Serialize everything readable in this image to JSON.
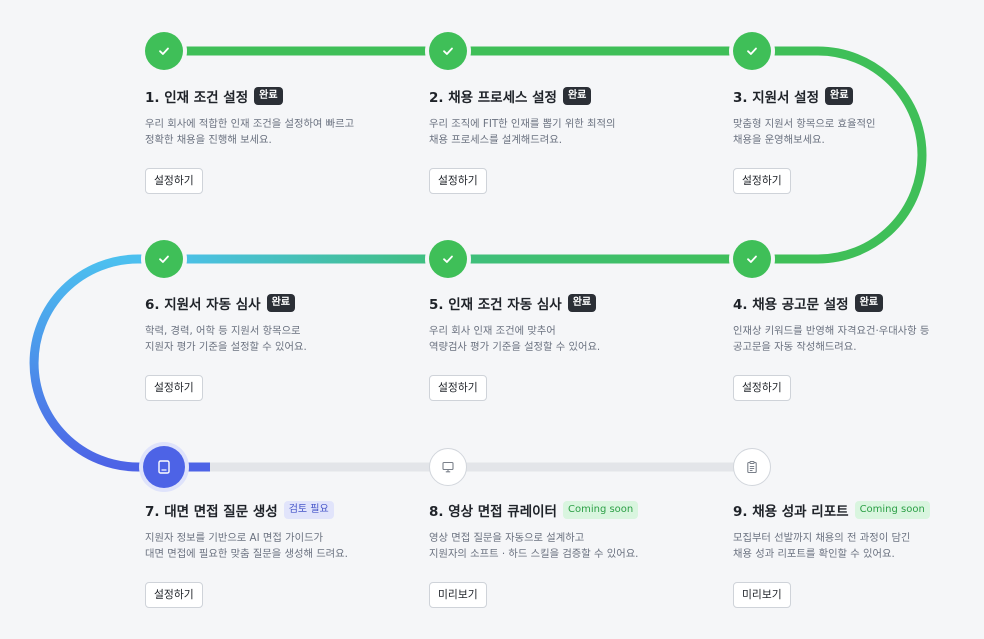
{
  "colors": {
    "done": "#3fbf58",
    "active": "#4d63e6",
    "pending_track": "#e3e5e9"
  },
  "steps": [
    {
      "title": "1. 인재 조건 설정",
      "badge": "완료",
      "badge_type": "done",
      "desc1": "우리 회사에 적합한 인재 조건을 설정하여 빠르고",
      "desc2": "정확한 채용을 진행해 보세요.",
      "button": "설정하기",
      "icon": "check-icon"
    },
    {
      "title": "2. 채용 프로세스 설정",
      "badge": "완료",
      "badge_type": "done",
      "desc1": "우리 조직에 FIT한 인재를 뽑기 위한 최적의",
      "desc2": "채용 프로세스를 설계해드려요.",
      "button": "설정하기",
      "icon": "check-icon"
    },
    {
      "title": "3. 지원서 설정",
      "badge": "완료",
      "badge_type": "done",
      "desc1": "맞춤형 지원서 항목으로 효율적인",
      "desc2": "채용을 운영해보세요.",
      "button": "설정하기",
      "icon": "check-icon"
    },
    {
      "title": "4. 채용 공고문 설정",
      "badge": "완료",
      "badge_type": "done",
      "desc1": "인재상 키워드를 반영해 자격요건·우대사항 등",
      "desc2": "공고문을 자동 작성해드려요.",
      "button": "설정하기",
      "icon": "check-icon"
    },
    {
      "title": "5. 인재 조건 자동 심사",
      "badge": "완료",
      "badge_type": "done",
      "desc1": "우리 회사 인재 조건에 맞추어",
      "desc2": "역량검사 평가 기준을 설정할 수 있어요.",
      "button": "설정하기",
      "icon": "check-icon"
    },
    {
      "title": "6. 지원서 자동 심사",
      "badge": "완료",
      "badge_type": "done",
      "desc1": "학력, 경력, 어학 등 지원서 항목으로",
      "desc2": "지원자 평가 기준을 설정할 수 있어요.",
      "button": "설정하기",
      "icon": "check-icon"
    },
    {
      "title": "7. 대면 면접 질문 생성",
      "badge": "검토 필요",
      "badge_type": "review",
      "desc1": "지원자 정보를 기반으로 AI 면접 가이드가",
      "desc2": "대면 면접에 필요한 맞춤 질문을 생성해 드려요.",
      "button": "설정하기",
      "icon": "book-icon"
    },
    {
      "title": "8. 영상 면접 큐레이터",
      "badge": "Coming soon",
      "badge_type": "soon",
      "desc1": "영상 면접 질문을 자동으로 설계하고",
      "desc2": "지원자의 소프트 · 하드 스킬을 검증할 수 있어요.",
      "button": "미리보기",
      "icon": "monitor-icon"
    },
    {
      "title": "9. 채용 성과 리포트",
      "badge": "Coming soon",
      "badge_type": "soon",
      "desc1": "모집부터 선발까지 채용의 전 과정이 담긴",
      "desc2": "채용 성과 리포트를 확인할 수 있어요.",
      "button": "미리보기",
      "icon": "clipboard-icon"
    }
  ]
}
